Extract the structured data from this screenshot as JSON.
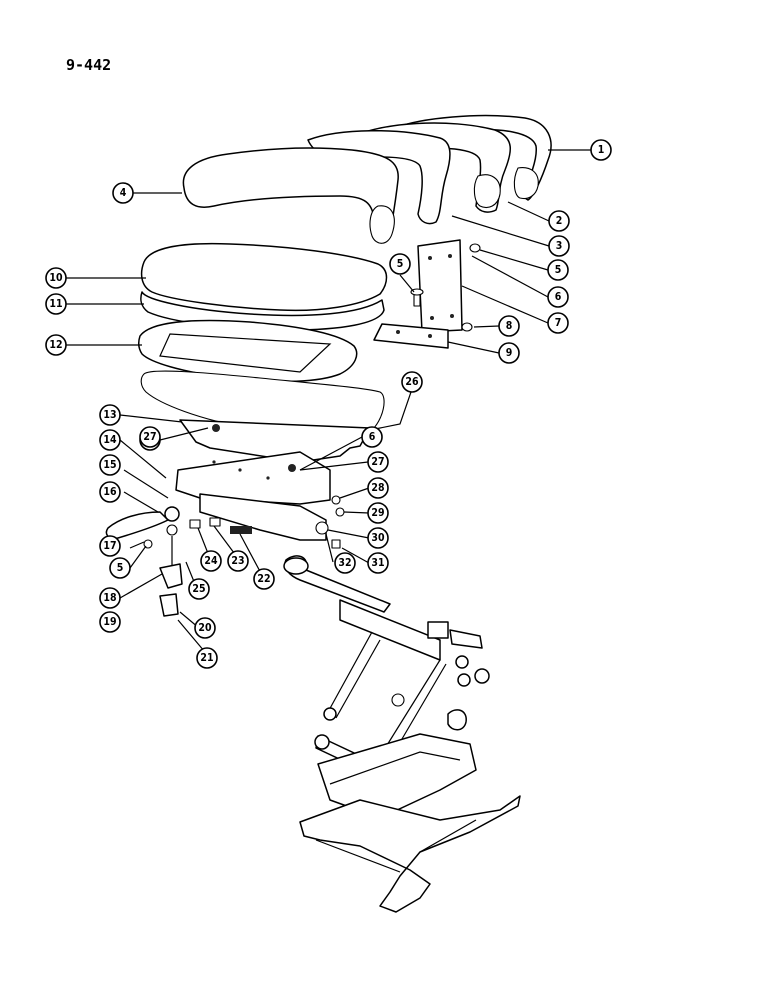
{
  "page": {
    "number": "9-442"
  },
  "callouts": [
    {
      "id": "1",
      "label": "1"
    },
    {
      "id": "2",
      "label": "2"
    },
    {
      "id": "3",
      "label": "3"
    },
    {
      "id": "4",
      "label": "4"
    },
    {
      "id": "5a",
      "label": "5"
    },
    {
      "id": "5b",
      "label": "5"
    },
    {
      "id": "5c",
      "label": "5"
    },
    {
      "id": "6a",
      "label": "6"
    },
    {
      "id": "6b",
      "label": "6"
    },
    {
      "id": "6c",
      "label": "6"
    },
    {
      "id": "7",
      "label": "7"
    },
    {
      "id": "8",
      "label": "8"
    },
    {
      "id": "9",
      "label": "9"
    },
    {
      "id": "10",
      "label": "10"
    },
    {
      "id": "11",
      "label": "11"
    },
    {
      "id": "12",
      "label": "12"
    },
    {
      "id": "13",
      "label": "13"
    },
    {
      "id": "14",
      "label": "14"
    },
    {
      "id": "15",
      "label": "15"
    },
    {
      "id": "16",
      "label": "16"
    },
    {
      "id": "17",
      "label": "17"
    },
    {
      "id": "18",
      "label": "18"
    },
    {
      "id": "19",
      "label": "19"
    },
    {
      "id": "20",
      "label": "20"
    },
    {
      "id": "21",
      "label": "21"
    },
    {
      "id": "22",
      "label": "22"
    },
    {
      "id": "23",
      "label": "23"
    },
    {
      "id": "24",
      "label": "24"
    },
    {
      "id": "25",
      "label": "25"
    },
    {
      "id": "26",
      "label": "26"
    },
    {
      "id": "27a",
      "label": "27"
    },
    {
      "id": "27b",
      "label": "27"
    },
    {
      "id": "28",
      "label": "28"
    },
    {
      "id": "29",
      "label": "29"
    },
    {
      "id": "30",
      "label": "30"
    },
    {
      "id": "31",
      "label": "31"
    },
    {
      "id": "32",
      "label": "32"
    }
  ]
}
